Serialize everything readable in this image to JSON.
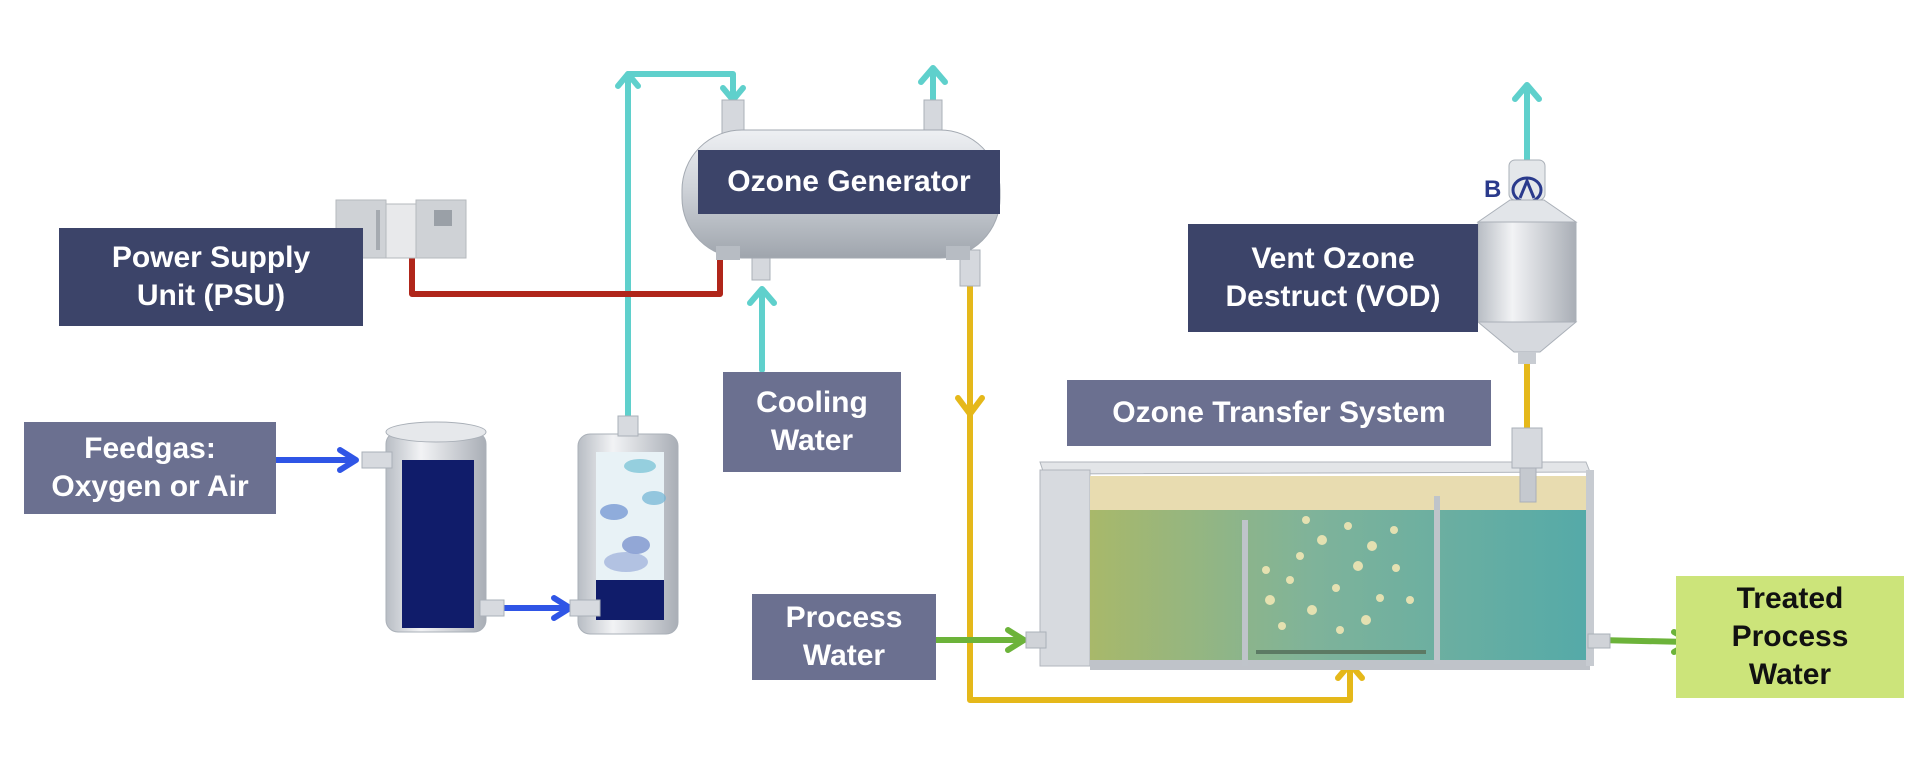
{
  "labels": {
    "psu": "Power Supply\nUnit (PSU)",
    "feedgas": "Feedgas:\nOxygen or Air",
    "generator": "Ozone Generator",
    "cooling": "Cooling\nWater",
    "vod": "Vent Ozone\nDestruct (VOD)",
    "transfer": "Ozone Transfer System",
    "process": "Process\nWater",
    "treated": "Treated\nProcess\nWater",
    "vod_mark": "B"
  },
  "colors": {
    "label_dark": "#3c4469",
    "label_mid": "#6b7090",
    "label_green": "#cce47a",
    "cooling_line": "#5fd0cc",
    "power_line": "#b0261a",
    "feedgas_line": "#2f55e6",
    "ozone_line": "#e5b81a",
    "water_line": "#6cb33a"
  }
}
